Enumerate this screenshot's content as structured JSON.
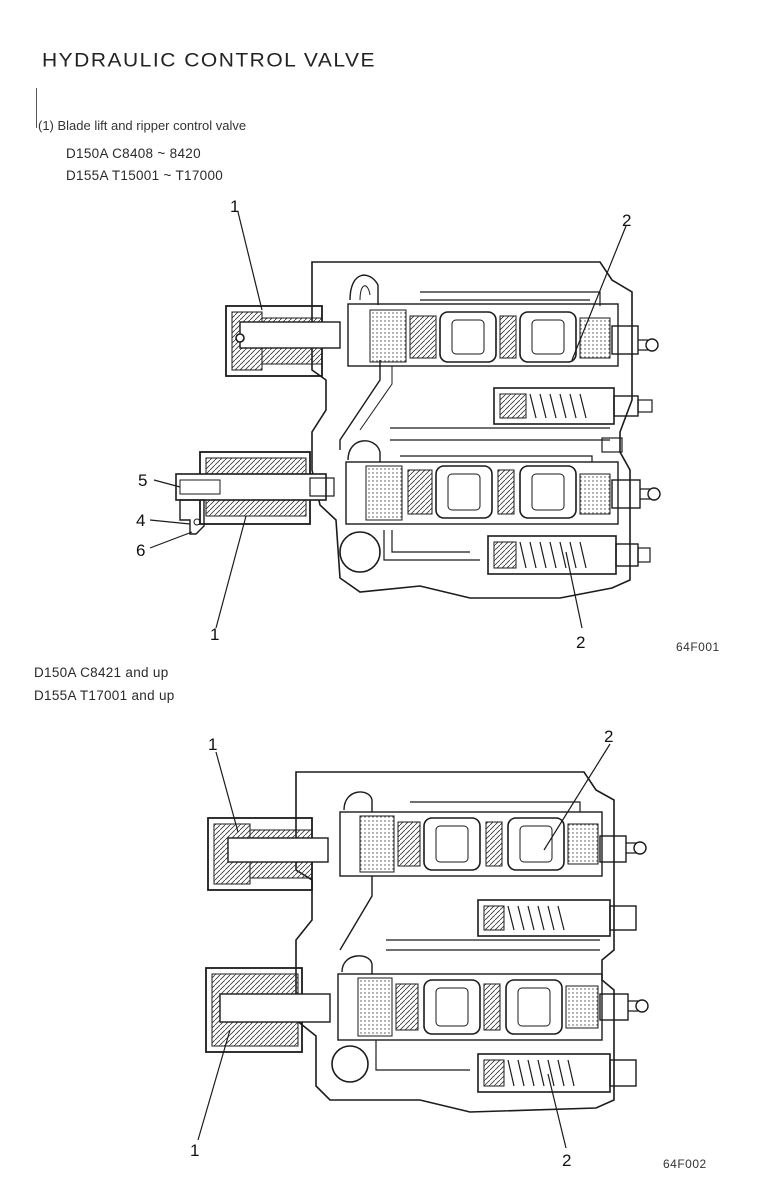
{
  "title": "HYDRAULIC CONTROL VALVE",
  "section": "(1) Blade lift and ripper control valve",
  "group1": {
    "line1": "D150A  C8408 ~ 8420",
    "line2": "D155A  T15001 ~ T17000",
    "figure_code": "64F001",
    "labels": {
      "n1_top": "1",
      "n2_top": "2",
      "n5": "5",
      "n4": "4",
      "n6": "6",
      "n1_bottom": "1",
      "n2_bottom": "2"
    }
  },
  "group2": {
    "line1": "D150A  C8421 and up",
    "line2": "D155A  T17001 and up",
    "figure_code": "64F002",
    "labels": {
      "n1_top": "1",
      "n2_top": "2",
      "n1_bottom": "1",
      "n2_bottom": "2"
    }
  }
}
